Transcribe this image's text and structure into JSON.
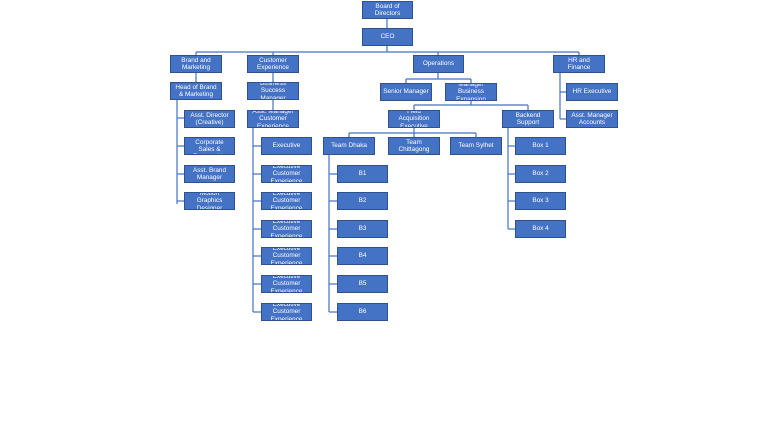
{
  "colors": {
    "box_fill": "#4472c4",
    "box_border": "#2f528f",
    "line": "#4472c4",
    "text": "#ffffff"
  },
  "chart": {
    "board": "Board of Directors",
    "ceo": "CEO",
    "brand_marketing": {
      "title": "Brand and Marketing",
      "head": "Head of Brand & Marketing",
      "members": [
        "Asst. Director (Creative)",
        "Asst. Manager Corporate Sales & Partnership",
        "Asst. Brand Manager",
        "Motion Graphics Designer"
      ]
    },
    "customer_experience": {
      "title": "Customer Experience",
      "bsm": "Business Success Manager",
      "asst_manager": "Asst. Manager Customer Experience",
      "executive": "Executive",
      "executives": [
        "Executive Customer Experience",
        "Executive Customer Experience",
        "Executive Customer Experience",
        "Executive Customer Experience",
        "Executive Customer Experience",
        "Executive Customer Experience"
      ]
    },
    "operations": {
      "title": "Operations",
      "senior_manager": "Senior Manager",
      "manager_be": "Manager Business Expansion",
      "field_acq": "Field Acquisition Executive",
      "backend": "Backend Support",
      "teams": [
        "Team Dhaka",
        "Team Chittagong",
        "Team Sylhet"
      ],
      "dhaka_members": [
        "B1",
        "B2",
        "B3",
        "B4",
        "B5",
        "B6"
      ],
      "backend_members": [
        "Box 1",
        "Box 2",
        "Box 3",
        "Box 4"
      ]
    },
    "hr_finance": {
      "title": "HR and Finance",
      "members": [
        "HR Executive",
        "Asst. Manager Accounts"
      ]
    }
  }
}
